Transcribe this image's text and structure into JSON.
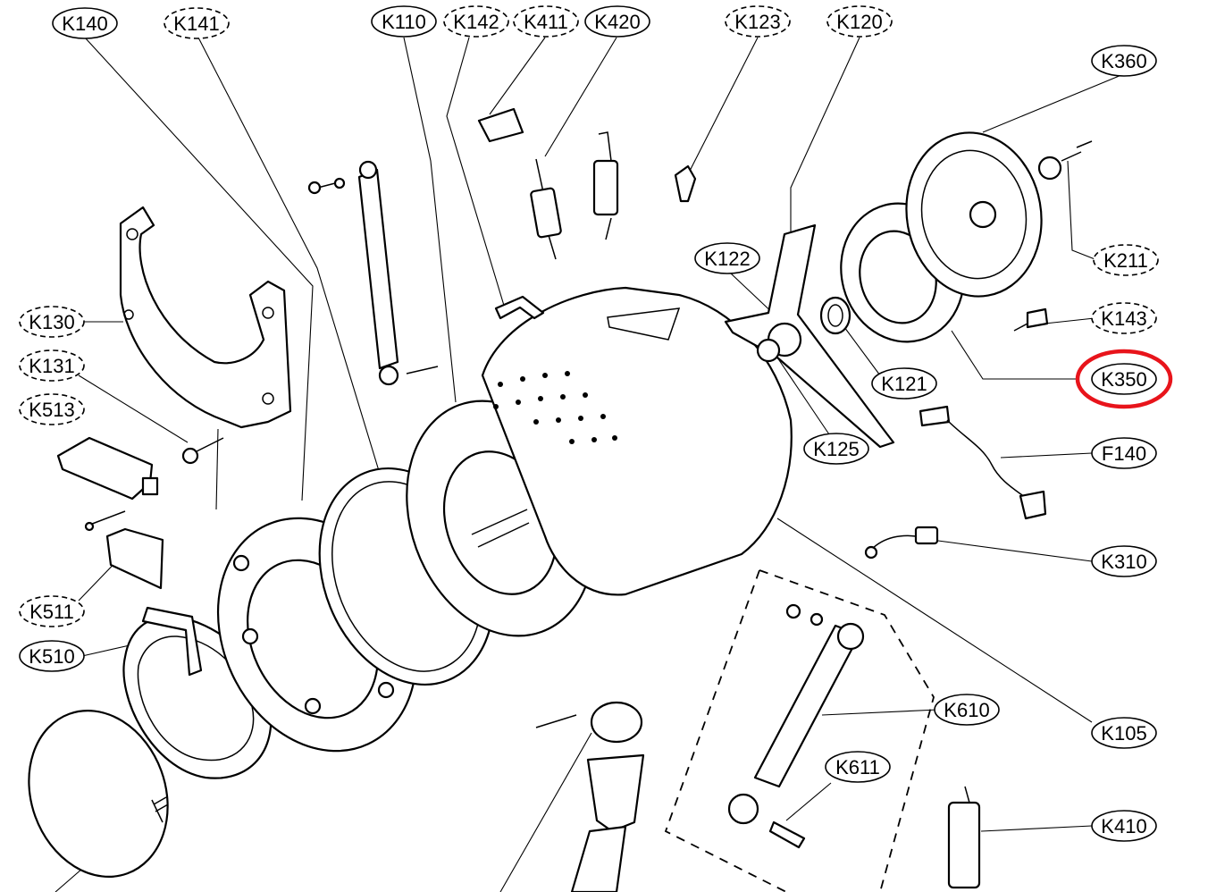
{
  "diagram": {
    "callouts": [
      {
        "id": "K140",
        "text": "K140",
        "style": "solid"
      },
      {
        "id": "K141",
        "text": "K141",
        "style": "dashed"
      },
      {
        "id": "K110",
        "text": "K110",
        "style": "solid"
      },
      {
        "id": "K142",
        "text": "K142",
        "style": "dashed"
      },
      {
        "id": "K411",
        "text": "K411",
        "style": "dashed"
      },
      {
        "id": "K420",
        "text": "K420",
        "style": "solid"
      },
      {
        "id": "K123",
        "text": "K123",
        "style": "dashed"
      },
      {
        "id": "K120",
        "text": "K120",
        "style": "dashed"
      },
      {
        "id": "K360",
        "text": "K360",
        "style": "solid"
      },
      {
        "id": "K122",
        "text": "K122",
        "style": "solid"
      },
      {
        "id": "K211",
        "text": "K211",
        "style": "dashed"
      },
      {
        "id": "K130",
        "text": "K130",
        "style": "dashed"
      },
      {
        "id": "K143",
        "text": "K143",
        "style": "dashed"
      },
      {
        "id": "K131",
        "text": "K131",
        "style": "dashed"
      },
      {
        "id": "K350",
        "text": "K350",
        "style": "solid",
        "highlighted": true
      },
      {
        "id": "K121",
        "text": "K121",
        "style": "solid"
      },
      {
        "id": "K513",
        "text": "K513",
        "style": "dashed"
      },
      {
        "id": "K125",
        "text": "K125",
        "style": "solid"
      },
      {
        "id": "F140",
        "text": "F140",
        "style": "solid"
      },
      {
        "id": "K310",
        "text": "K310",
        "style": "solid"
      },
      {
        "id": "K511",
        "text": "K511",
        "style": "dashed"
      },
      {
        "id": "K510",
        "text": "K510",
        "style": "solid"
      },
      {
        "id": "K610",
        "text": "K610",
        "style": "solid"
      },
      {
        "id": "K105",
        "text": "K105",
        "style": "solid"
      },
      {
        "id": "K611",
        "text": "K611",
        "style": "solid"
      },
      {
        "id": "K410",
        "text": "K410",
        "style": "solid"
      }
    ],
    "highlight_color": "#e8141b",
    "line_color": "#000000",
    "background": "#ffffff"
  }
}
